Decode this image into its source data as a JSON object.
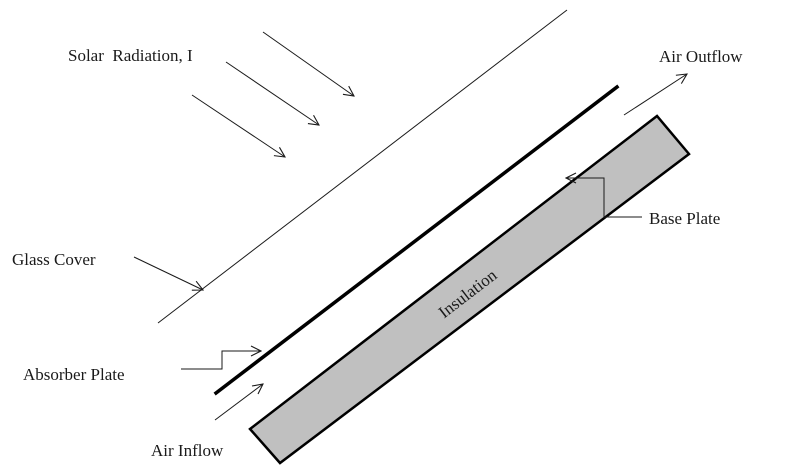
{
  "diagram": {
    "labels": {
      "solar_radiation": "Solar  Radiation, I",
      "air_outflow": "Air Outflow",
      "base_plate": "Base Plate",
      "glass_cover": "Glass Cover",
      "insulation": "Insulation",
      "absorber_plate": "Absorber Plate",
      "air_inflow": "Air Inflow"
    },
    "colors": {
      "insulation_fill": "#c0c0c0",
      "line": "#1a1a1a"
    }
  }
}
